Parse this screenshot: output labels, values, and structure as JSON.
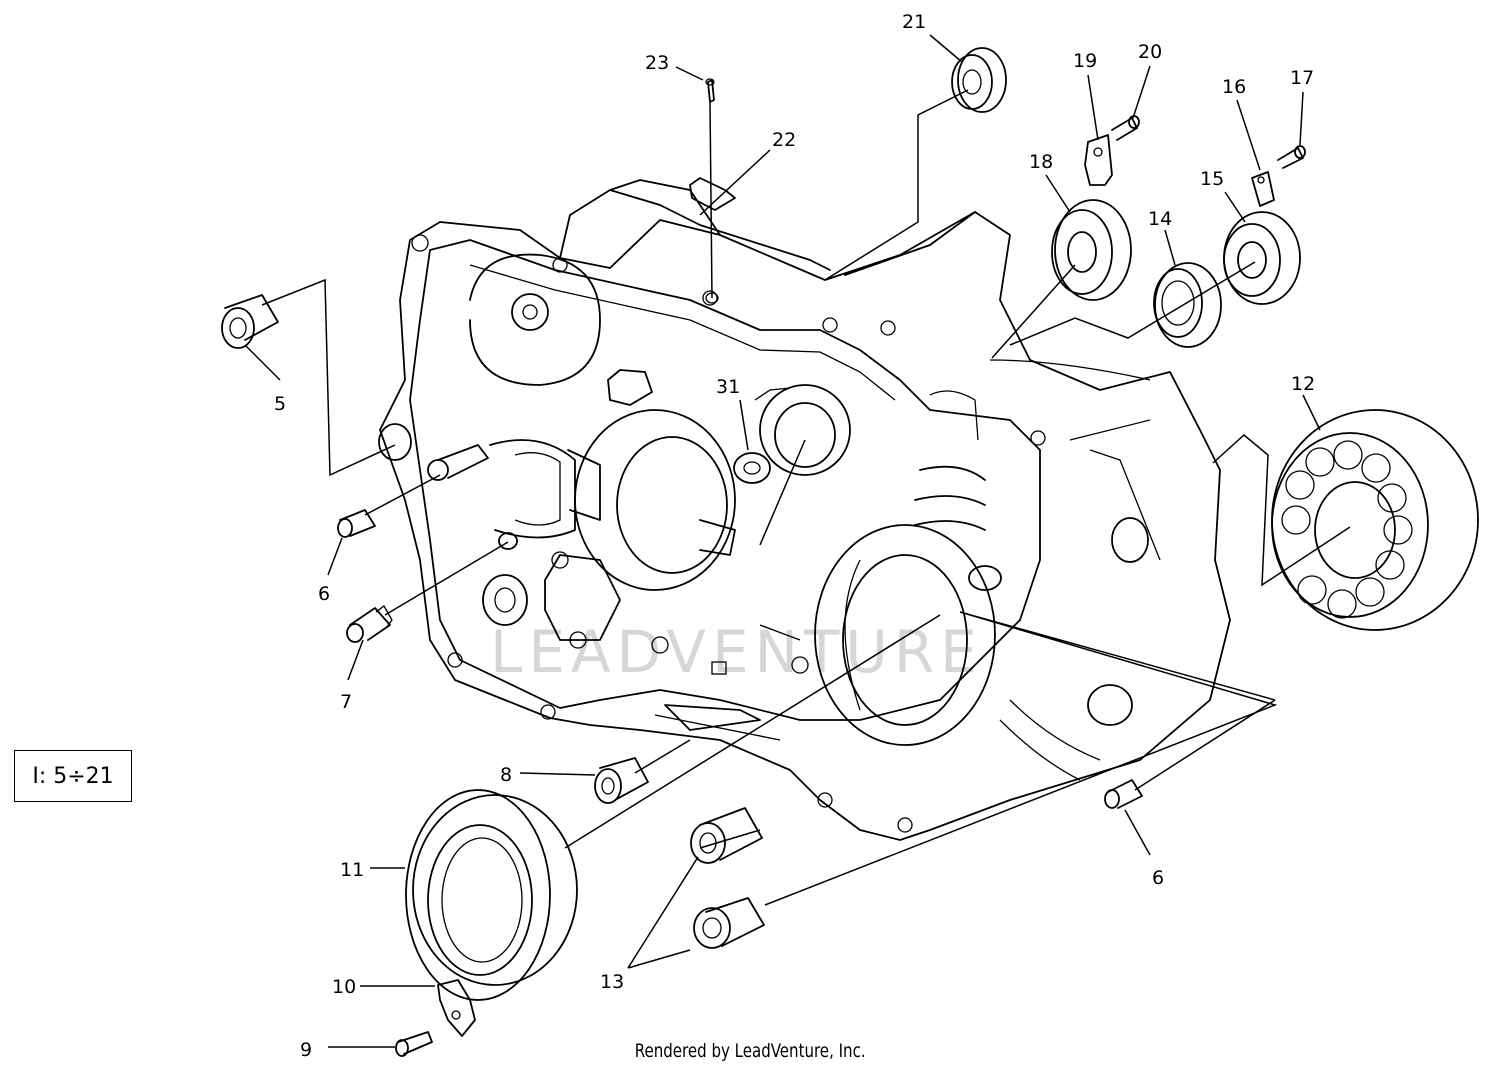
{
  "diagram": {
    "part_labels": [
      "5",
      "6",
      "7",
      "8",
      "9",
      "10",
      "11",
      "12",
      "13",
      "14",
      "15",
      "16",
      "17",
      "18",
      "19",
      "20",
      "21",
      "22",
      "23",
      "31",
      "6"
    ],
    "reference_box": "I: 5÷21",
    "watermark": "LEADVENTURE",
    "footer": "Rendered by LeadVenture, Inc."
  }
}
